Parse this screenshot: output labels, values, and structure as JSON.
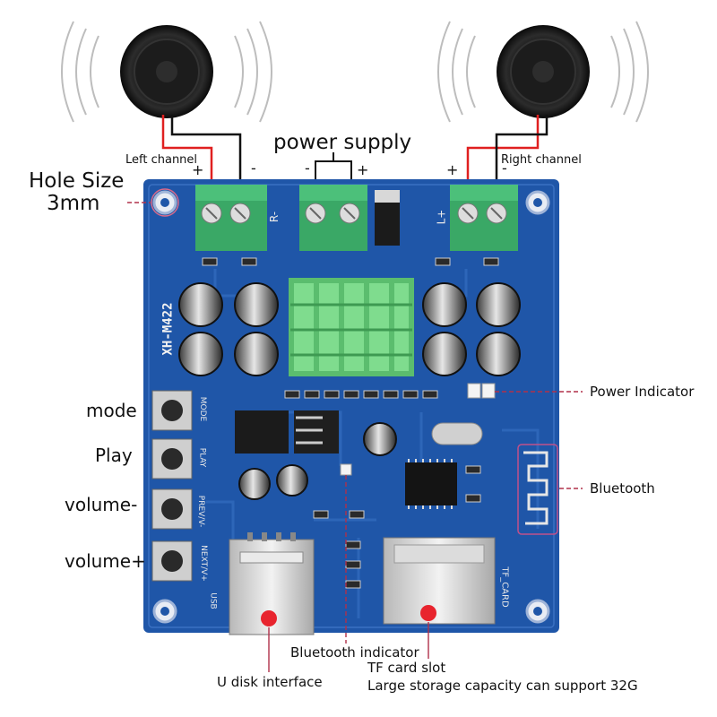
{
  "labels": {
    "left_channel": "Left channel",
    "right_channel": "Right channel",
    "power_supply": "power supply",
    "hole_size_line1": "Hole Size",
    "hole_size_line2": "3mm",
    "mode": "mode",
    "play": "Play",
    "volume_minus": "volume-",
    "volume_plus": "volume+",
    "power_indicator": "Power Indicator",
    "bluetooth": "Bluetooth",
    "bluetooth_indicator": "Bluetooth indicator",
    "tf_card_slot": "TF card slot",
    "storage_note": "Large storage capacity can support 32G",
    "u_disk_interface": "U disk interface"
  },
  "polarity": {
    "left_plus": "+",
    "left_minus": "-",
    "supply_minus": "-",
    "supply_plus": "+",
    "right_plus": "+",
    "right_minus": "-"
  },
  "silkscreen": {
    "model": "XH-M422",
    "r_minus": "R-",
    "l_plus": "L+",
    "mode": "MODE",
    "play": "PLAY",
    "prev": "PREV/V-",
    "next": "NEXT/V+",
    "usb": "USB",
    "tf_card": "TF_CARD"
  },
  "colors": {
    "board": "#1f56a8",
    "terminal": "#3aa866",
    "heatsink": "#6ccd7e",
    "marker": "#e8242e",
    "leader": "#b0304a",
    "wire_red": "#e02020",
    "wire_black": "#111111"
  }
}
